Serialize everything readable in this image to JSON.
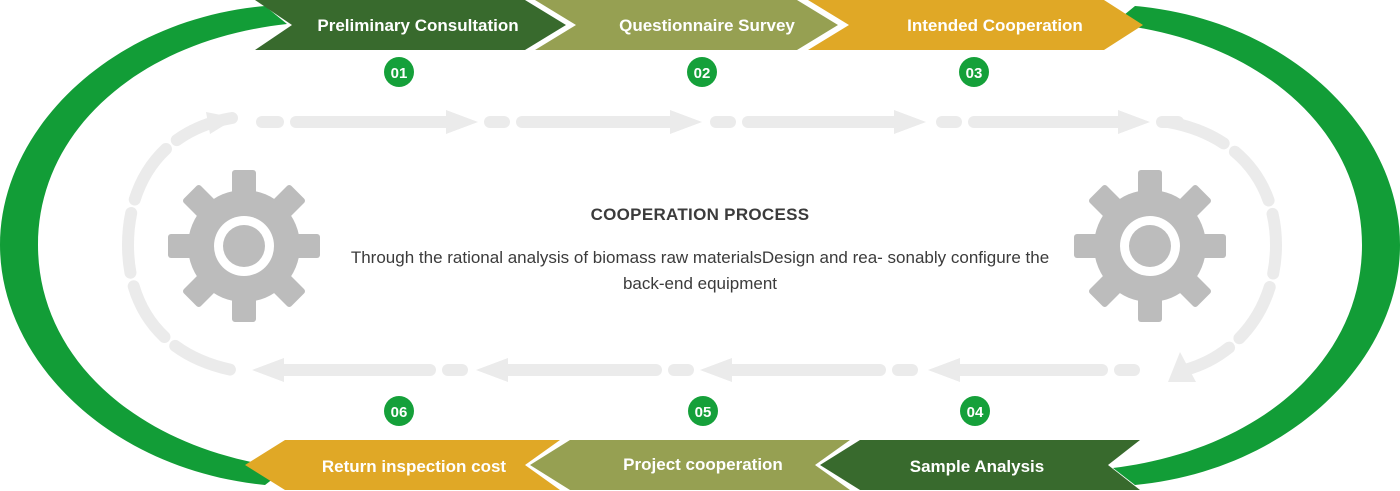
{
  "center": {
    "title": "COOPERATION PROCESS",
    "description": "Through the rational analysis of biomass raw materialsDesign and rea- sonably configure the back-end equipment"
  },
  "steps": [
    {
      "number": "01",
      "label": "Preliminary Consultation",
      "color": "#386a2d"
    },
    {
      "number": "02",
      "label": "Questionnaire Survey",
      "color": "#96a052"
    },
    {
      "number": "03",
      "label": "Intended Cooperation",
      "color": "#e0a826"
    },
    {
      "number": "04",
      "label": "Sample Analysis",
      "color": "#386a2d"
    },
    {
      "number": "05",
      "label": "Project cooperation",
      "color": "#96a052"
    },
    {
      "number": "06",
      "label": "Return inspection cost",
      "color": "#e0a826"
    }
  ],
  "colors": {
    "track_green": "#129d37",
    "badge_green": "#15a03a",
    "gear_gray": "#bcbcbc",
    "arrow_gray": "#ebebeb"
  },
  "icons": [
    "gear-icon",
    "arrow-icon"
  ]
}
